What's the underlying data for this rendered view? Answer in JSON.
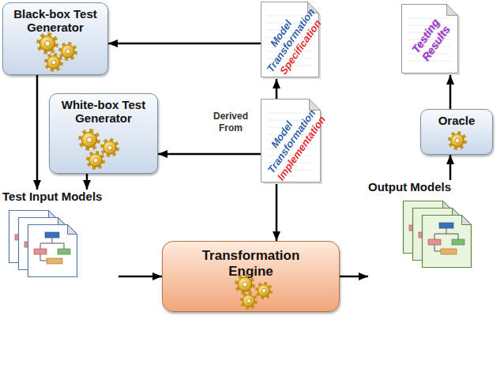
{
  "diagram": {
    "nodes": [
      {
        "text": [
          "Black-box Test Generator"
        ]
      },
      {
        "text": [
          "Model Transformation Specification"
        ]
      },
      {
        "text": [
          "Testing Results"
        ]
      },
      {
        "text": [
          "White-box Test Generator"
        ]
      },
      {
        "text": [
          "Model Transformation Implementation"
        ]
      },
      {
        "text": [
          "Oracle"
        ]
      },
      {
        "text": [
          "Test Input Models"
        ]
      },
      {
        "text": [
          "Transformation Engine"
        ]
      },
      {
        "text": [
          "Output Models"
        ]
      }
    ],
    "edges": [
      {
        "from": 1,
        "to": 0,
        "arrow": "to"
      },
      {
        "from": 4,
        "to": 1,
        "arrow": "to",
        "label": "Derived From"
      },
      {
        "from": 4,
        "to": 3,
        "arrow": "to"
      },
      {
        "from": 0,
        "to": 6,
        "arrow": "to"
      },
      {
        "from": 3,
        "to": 6,
        "arrow": "to"
      },
      {
        "from": 4,
        "to": 7,
        "arrow": "to"
      },
      {
        "from": 6,
        "to": 7,
        "arrow": "to"
      },
      {
        "from": 7,
        "to": 8,
        "arrow": "to"
      },
      {
        "from": 8,
        "to": 5,
        "arrow": "to"
      },
      {
        "from": 5,
        "to": 2,
        "arrow": "to"
      }
    ]
  }
}
